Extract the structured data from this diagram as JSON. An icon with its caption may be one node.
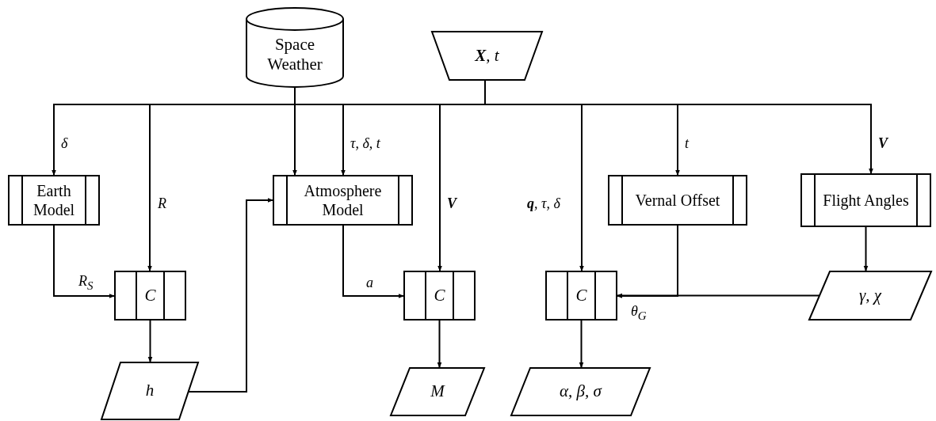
{
  "diagram": {
    "nodes": [
      {
        "text": [
          "Space Weather"
        ]
      },
      {
        "text": [
          "**X**, t"
        ]
      },
      {
        "text": [
          "Earth Model"
        ]
      },
      {
        "text": [
          "Atmosphere Model"
        ]
      },
      {
        "text": [
          "Vernal Offset"
        ]
      },
      {
        "text": [
          "Flight Angles"
        ]
      },
      {
        "text": [
          "C"
        ]
      },
      {
        "text": [
          "C"
        ]
      },
      {
        "text": [
          "C"
        ]
      },
      {
        "text": [
          "h"
        ]
      },
      {
        "text": [
          "M"
        ]
      },
      {
        "text": [
          "α, β, σ"
        ]
      },
      {
        "text": [
          "γ, χ"
        ]
      }
    ],
    "edges": [
      {
        "from": 1,
        "to": 2,
        "arrow": "to",
        "label": "δ"
      },
      {
        "from": 1,
        "to": 6,
        "arrow": "to",
        "label": "R"
      },
      {
        "from": 0,
        "to": 3,
        "arrow": "to"
      },
      {
        "from": 1,
        "to": 3,
        "arrow": "to",
        "label": "τ, δ, t"
      },
      {
        "from": 1,
        "to": 7,
        "arrow": "to",
        "label": "**V**"
      },
      {
        "from": 1,
        "to": 8,
        "arrow": "to",
        "label": "**q**, τ, δ"
      },
      {
        "from": 1,
        "to": 4,
        "arrow": "to",
        "label": "t"
      },
      {
        "from": 1,
        "to": 5,
        "arrow": "to",
        "label": "**V**"
      },
      {
        "from": 2,
        "to": 6,
        "arrow": "to",
        "label": "R$_{S}$"
      },
      {
        "from": 6,
        "to": 9,
        "arrow": "to"
      },
      {
        "from": 9,
        "to": 3,
        "arrow": "to"
      },
      {
        "from": 3,
        "to": 7,
        "arrow": "to",
        "label": "a"
      },
      {
        "from": 7,
        "to": 10,
        "arrow": "to"
      },
      {
        "from": 8,
        "to": 11,
        "arrow": "to"
      },
      {
        "from": 5,
        "to": 12,
        "arrow": "to"
      },
      {
        "from": 4,
        "to": 8,
        "arrow": "to",
        "label": "θ$_{G}$"
      },
      {
        "from": 12,
        "to": 8,
        "arrow": "to"
      }
    ]
  }
}
